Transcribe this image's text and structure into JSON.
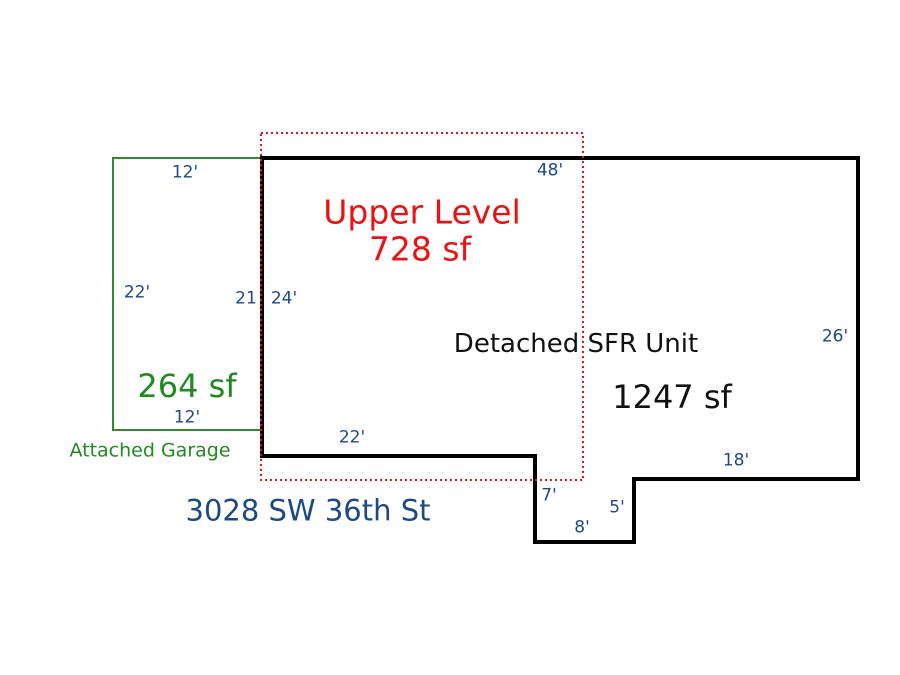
{
  "colors": {
    "dimension": "#1b4a86",
    "upper_level": "#ee1111",
    "garage": "#2e8b2e",
    "outline": "#000000"
  },
  "upper_level": {
    "title": "Upper Level",
    "area": "728 sf"
  },
  "main_unit": {
    "title": "Detached SFR Unit",
    "area": "1247 sf"
  },
  "garage": {
    "title": "Attached Garage",
    "area": "264 sf"
  },
  "address": "3028 SW 36th St",
  "dimensions": {
    "garage_top": "12'",
    "garage_left": "22'",
    "garage_right": "21",
    "garage_bottom": "12'",
    "main_left": "24'",
    "main_top": "48'",
    "main_right": "26'",
    "main_bottom_left": "22'",
    "main_bottom_right": "18'",
    "notch_left": "7'",
    "notch_bottom": "8'",
    "notch_right": "5'"
  }
}
